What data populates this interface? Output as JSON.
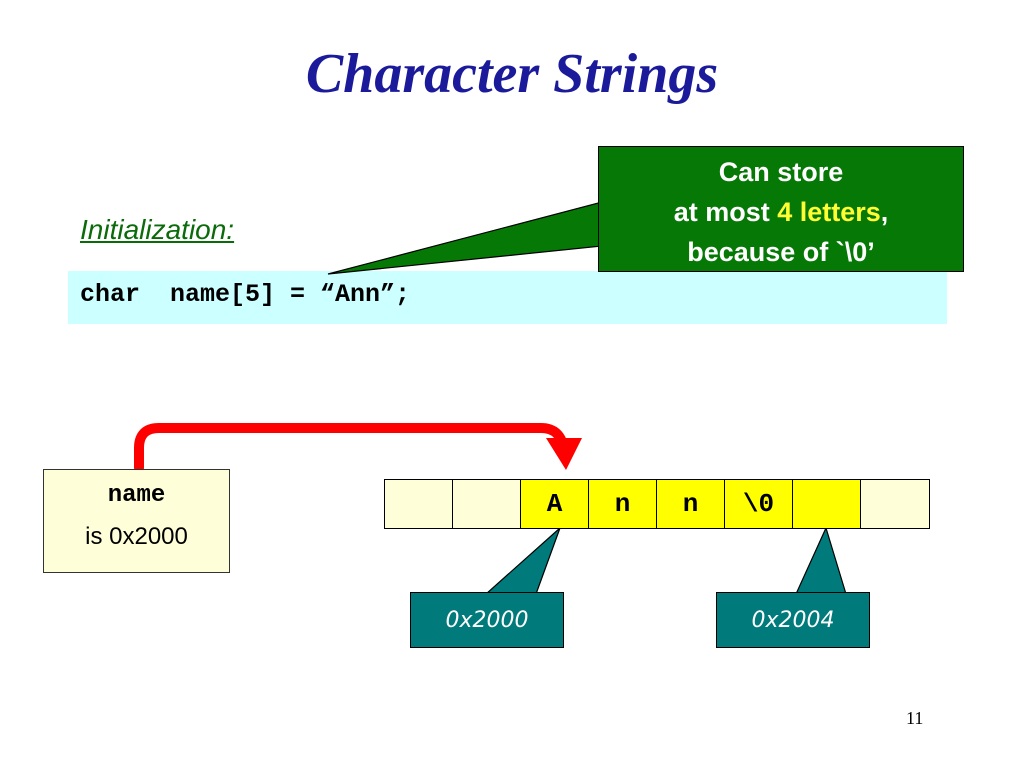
{
  "slide": {
    "title": "Character Strings",
    "section_label": "Initialization:",
    "code": "char  name[5] = “Ann”;",
    "page_number": "11"
  },
  "callout": {
    "line1": "Can store",
    "line2_prefix": "at most ",
    "line2_highlight": "4 letters",
    "line2_suffix": ",",
    "line3": "because of `\\0’",
    "highlight_color": "#ffff33",
    "fill_color": "#067806"
  },
  "variable_box": {
    "name": "name",
    "address_text": "is 0x2000"
  },
  "memory": {
    "cells": [
      {
        "value": "",
        "filled": false
      },
      {
        "value": "",
        "filled": false
      },
      {
        "value": "A",
        "filled": true
      },
      {
        "value": "n",
        "filled": true
      },
      {
        "value": "n",
        "filled": true
      },
      {
        "value": "\\0",
        "filled": true
      },
      {
        "value": "",
        "filled": true
      },
      {
        "value": "",
        "filled": false
      }
    ],
    "filled_color": "#ffff00",
    "empty_color": "#fefed8"
  },
  "address_labels": {
    "start": "0x2000",
    "end": "0x2004",
    "color": "#007a7a"
  },
  "pointer_arrow": {
    "color": "#ff0000",
    "from": "variable_box",
    "to": "memory cell A"
  }
}
